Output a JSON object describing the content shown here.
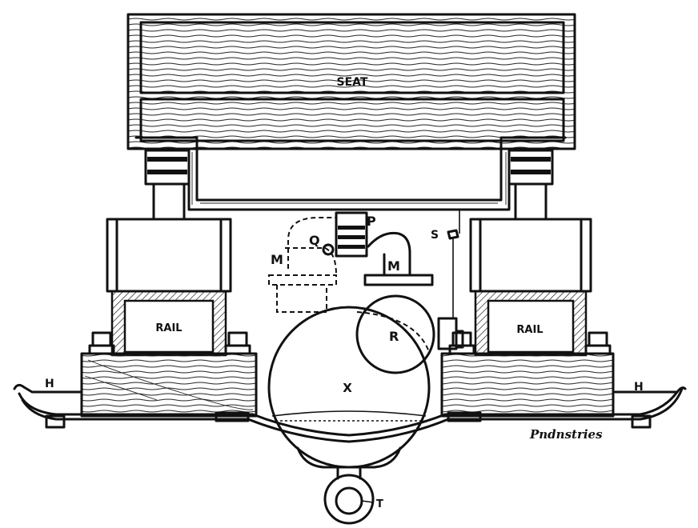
{
  "labels": {
    "seat": "SEAT",
    "rail_left": "RAIL",
    "rail_right": "RAIL",
    "h_left": "H",
    "h_right": "H",
    "p": "P",
    "q": "Q",
    "m_left": "M",
    "m_right": "M",
    "s": "S",
    "r": "R",
    "x": "X",
    "t": "T"
  },
  "signature": "Pndnstries"
}
